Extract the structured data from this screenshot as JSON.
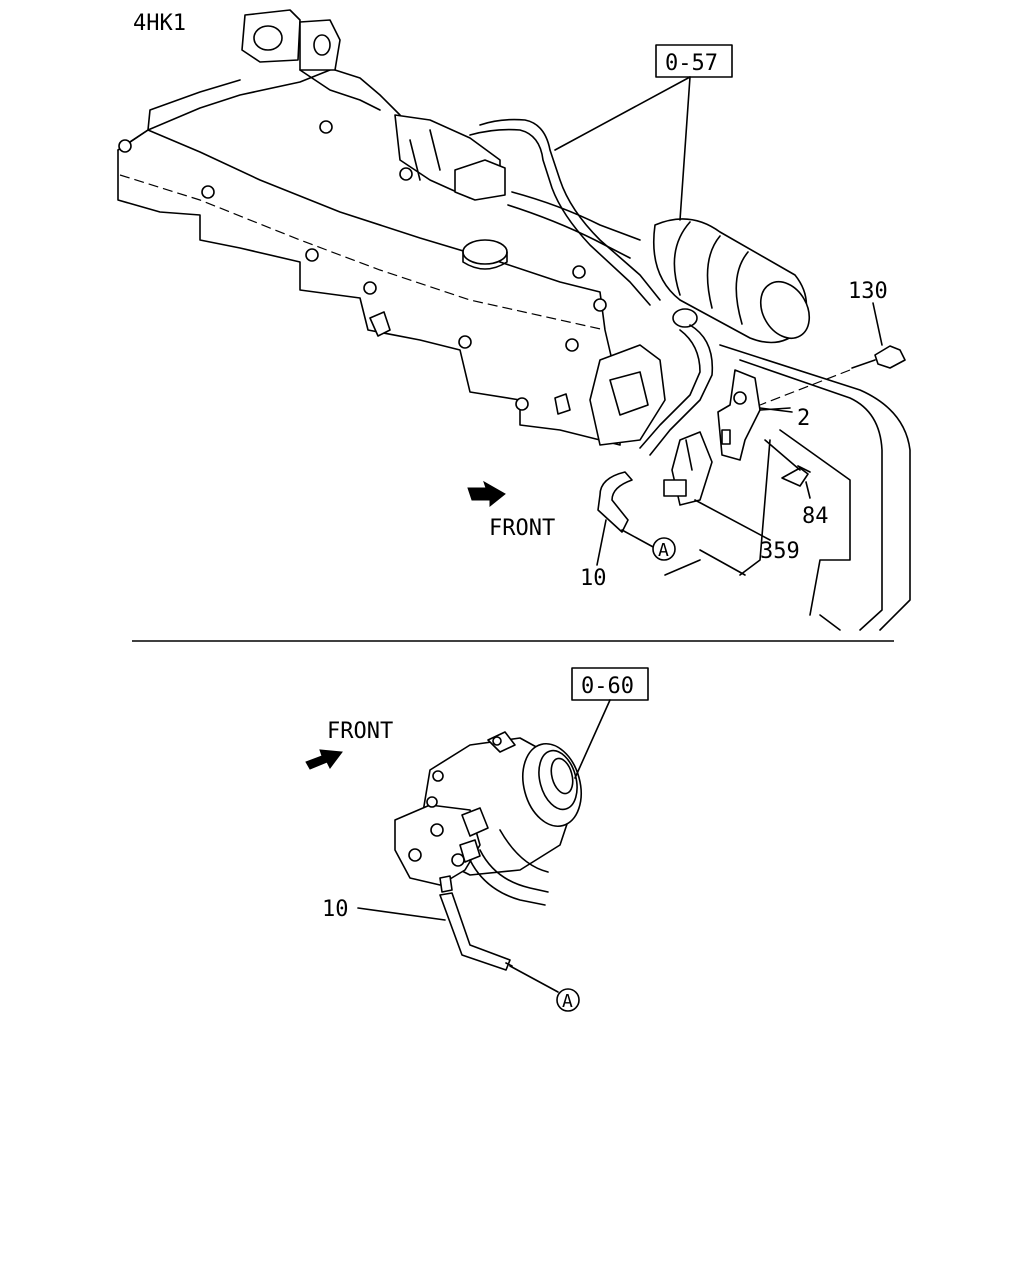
{
  "diagram": {
    "engine_code": "4HK1",
    "upper_view": {
      "ref_box": "0-57",
      "front_label": "FRONT",
      "callouts": [
        "130",
        "2",
        "84",
        "359",
        "10"
      ],
      "connector_marker": "A"
    },
    "lower_view": {
      "ref_box": "0-60",
      "front_label": "FRONT",
      "callouts": [
        "10"
      ],
      "connector_marker": "A"
    }
  }
}
